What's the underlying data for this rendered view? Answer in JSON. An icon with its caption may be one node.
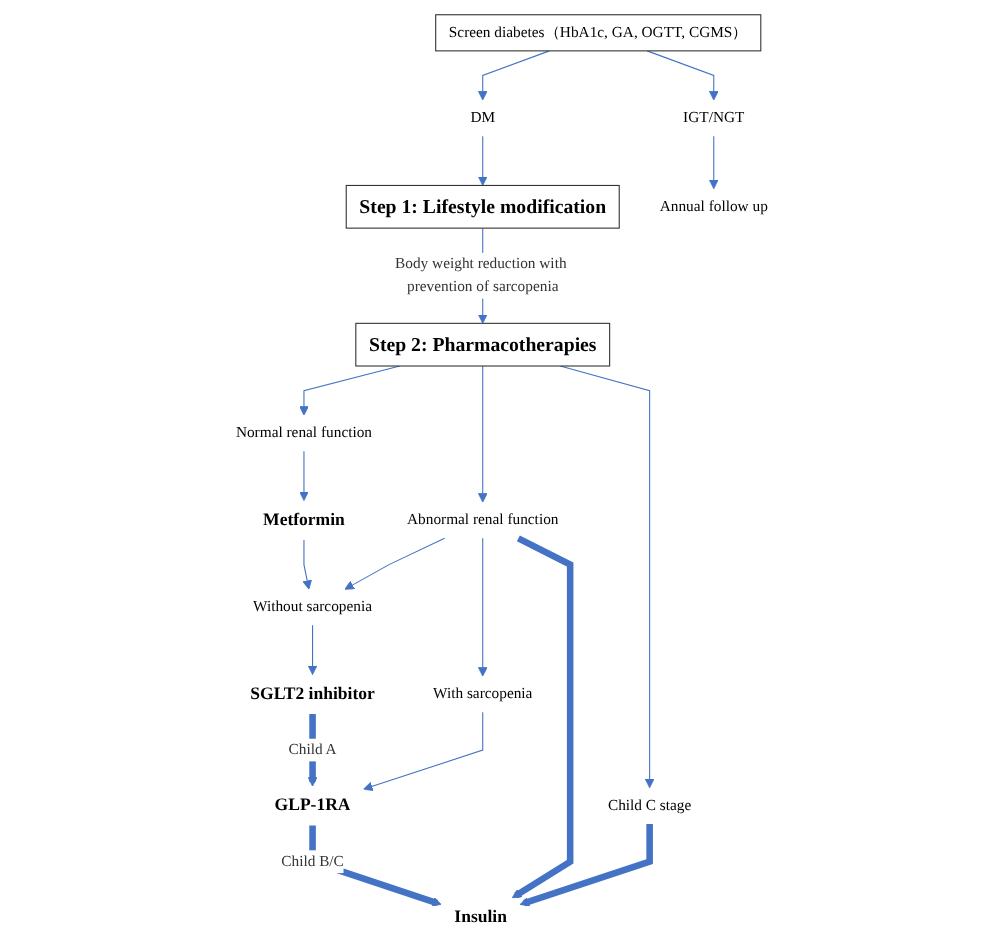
{
  "diagram": {
    "nodes": [
      {
        "text": [
          "Screen diabetes（HbA1c, GA, OGTT, CGMS）"
        ]
      },
      {
        "text": [
          "DM"
        ]
      },
      {
        "text": [
          "IGT/NGT"
        ]
      },
      {
        "text": [
          "Step 1: Lifestyle modification"
        ]
      },
      {
        "text": [
          "Annual follow up"
        ]
      },
      {
        "text": [
          "Step 2: Pharmacotherapies"
        ]
      },
      {
        "text": [
          "Normal renal function"
        ]
      },
      {
        "text": [
          "Abnormal renal function"
        ]
      },
      {
        "text": [
          "Child C stage"
        ]
      },
      {
        "text": [
          "Metformin"
        ]
      },
      {
        "text": [
          "Without sarcopenia"
        ]
      },
      {
        "text": [
          "With sarcopenia"
        ]
      },
      {
        "text": [
          "SGLT2 inhibitor"
        ]
      },
      {
        "text": [
          "GLP-1RA"
        ]
      },
      {
        "text": [
          "Insulin"
        ]
      }
    ],
    "edges": [
      {
        "from": 0,
        "to": 1,
        "arrow": "to"
      },
      {
        "from": 0,
        "to": 2,
        "arrow": "to"
      },
      {
        "from": 1,
        "to": 3,
        "arrow": "to"
      },
      {
        "from": 2,
        "to": 4,
        "arrow": "to"
      },
      {
        "from": 3,
        "to": 5,
        "arrow": "to",
        "label": "Body weight reduction with prevention of sarcopenia"
      },
      {
        "from": 5,
        "to": 6,
        "arrow": "to"
      },
      {
        "from": 5,
        "to": 7,
        "arrow": "to"
      },
      {
        "from": 5,
        "to": 8,
        "arrow": "to"
      },
      {
        "from": 6,
        "to": 9,
        "arrow": "to"
      },
      {
        "from": 9,
        "to": 10,
        "arrow": "to"
      },
      {
        "from": 7,
        "to": 10,
        "arrow": "to"
      },
      {
        "from": 7,
        "to": 11,
        "arrow": "to"
      },
      {
        "from": 7,
        "to": 14,
        "arrow": "to",
        "style": "thick"
      },
      {
        "from": 8,
        "to": 14,
        "arrow": "to",
        "style": "thick"
      },
      {
        "from": 10,
        "to": 12,
        "arrow": "to"
      },
      {
        "from": 11,
        "to": 13,
        "arrow": "to"
      },
      {
        "from": 12,
        "to": 13,
        "arrow": "to",
        "style": "thick",
        "label": "Child A"
      },
      {
        "from": 13,
        "to": 14,
        "arrow": "to",
        "style": "thick",
        "label": "Child B/C"
      }
    ]
  }
}
